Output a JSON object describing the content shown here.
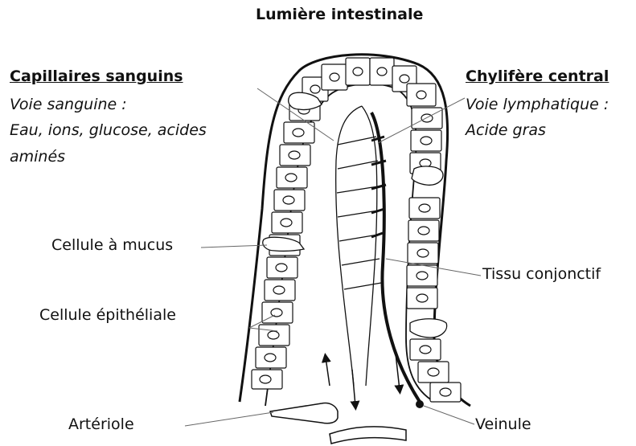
{
  "title": "Lumière intestinale",
  "left_block": {
    "heading": "Capillaires sanguins",
    "line1": "Voie sanguine :",
    "line2": "Eau, ions, glucose, acides",
    "line3": "aminés"
  },
  "right_block": {
    "heading": "Chylifère central",
    "line1": "Voie lymphatique :",
    "line2": "Acide gras"
  },
  "labels": {
    "mucus_cell": "Cellule à mucus",
    "epithelial_cell": "Cellule épithéliale",
    "connective_tissue": "Tissu conjonctif",
    "arteriole": "Artériole",
    "venule": "Veinule"
  }
}
